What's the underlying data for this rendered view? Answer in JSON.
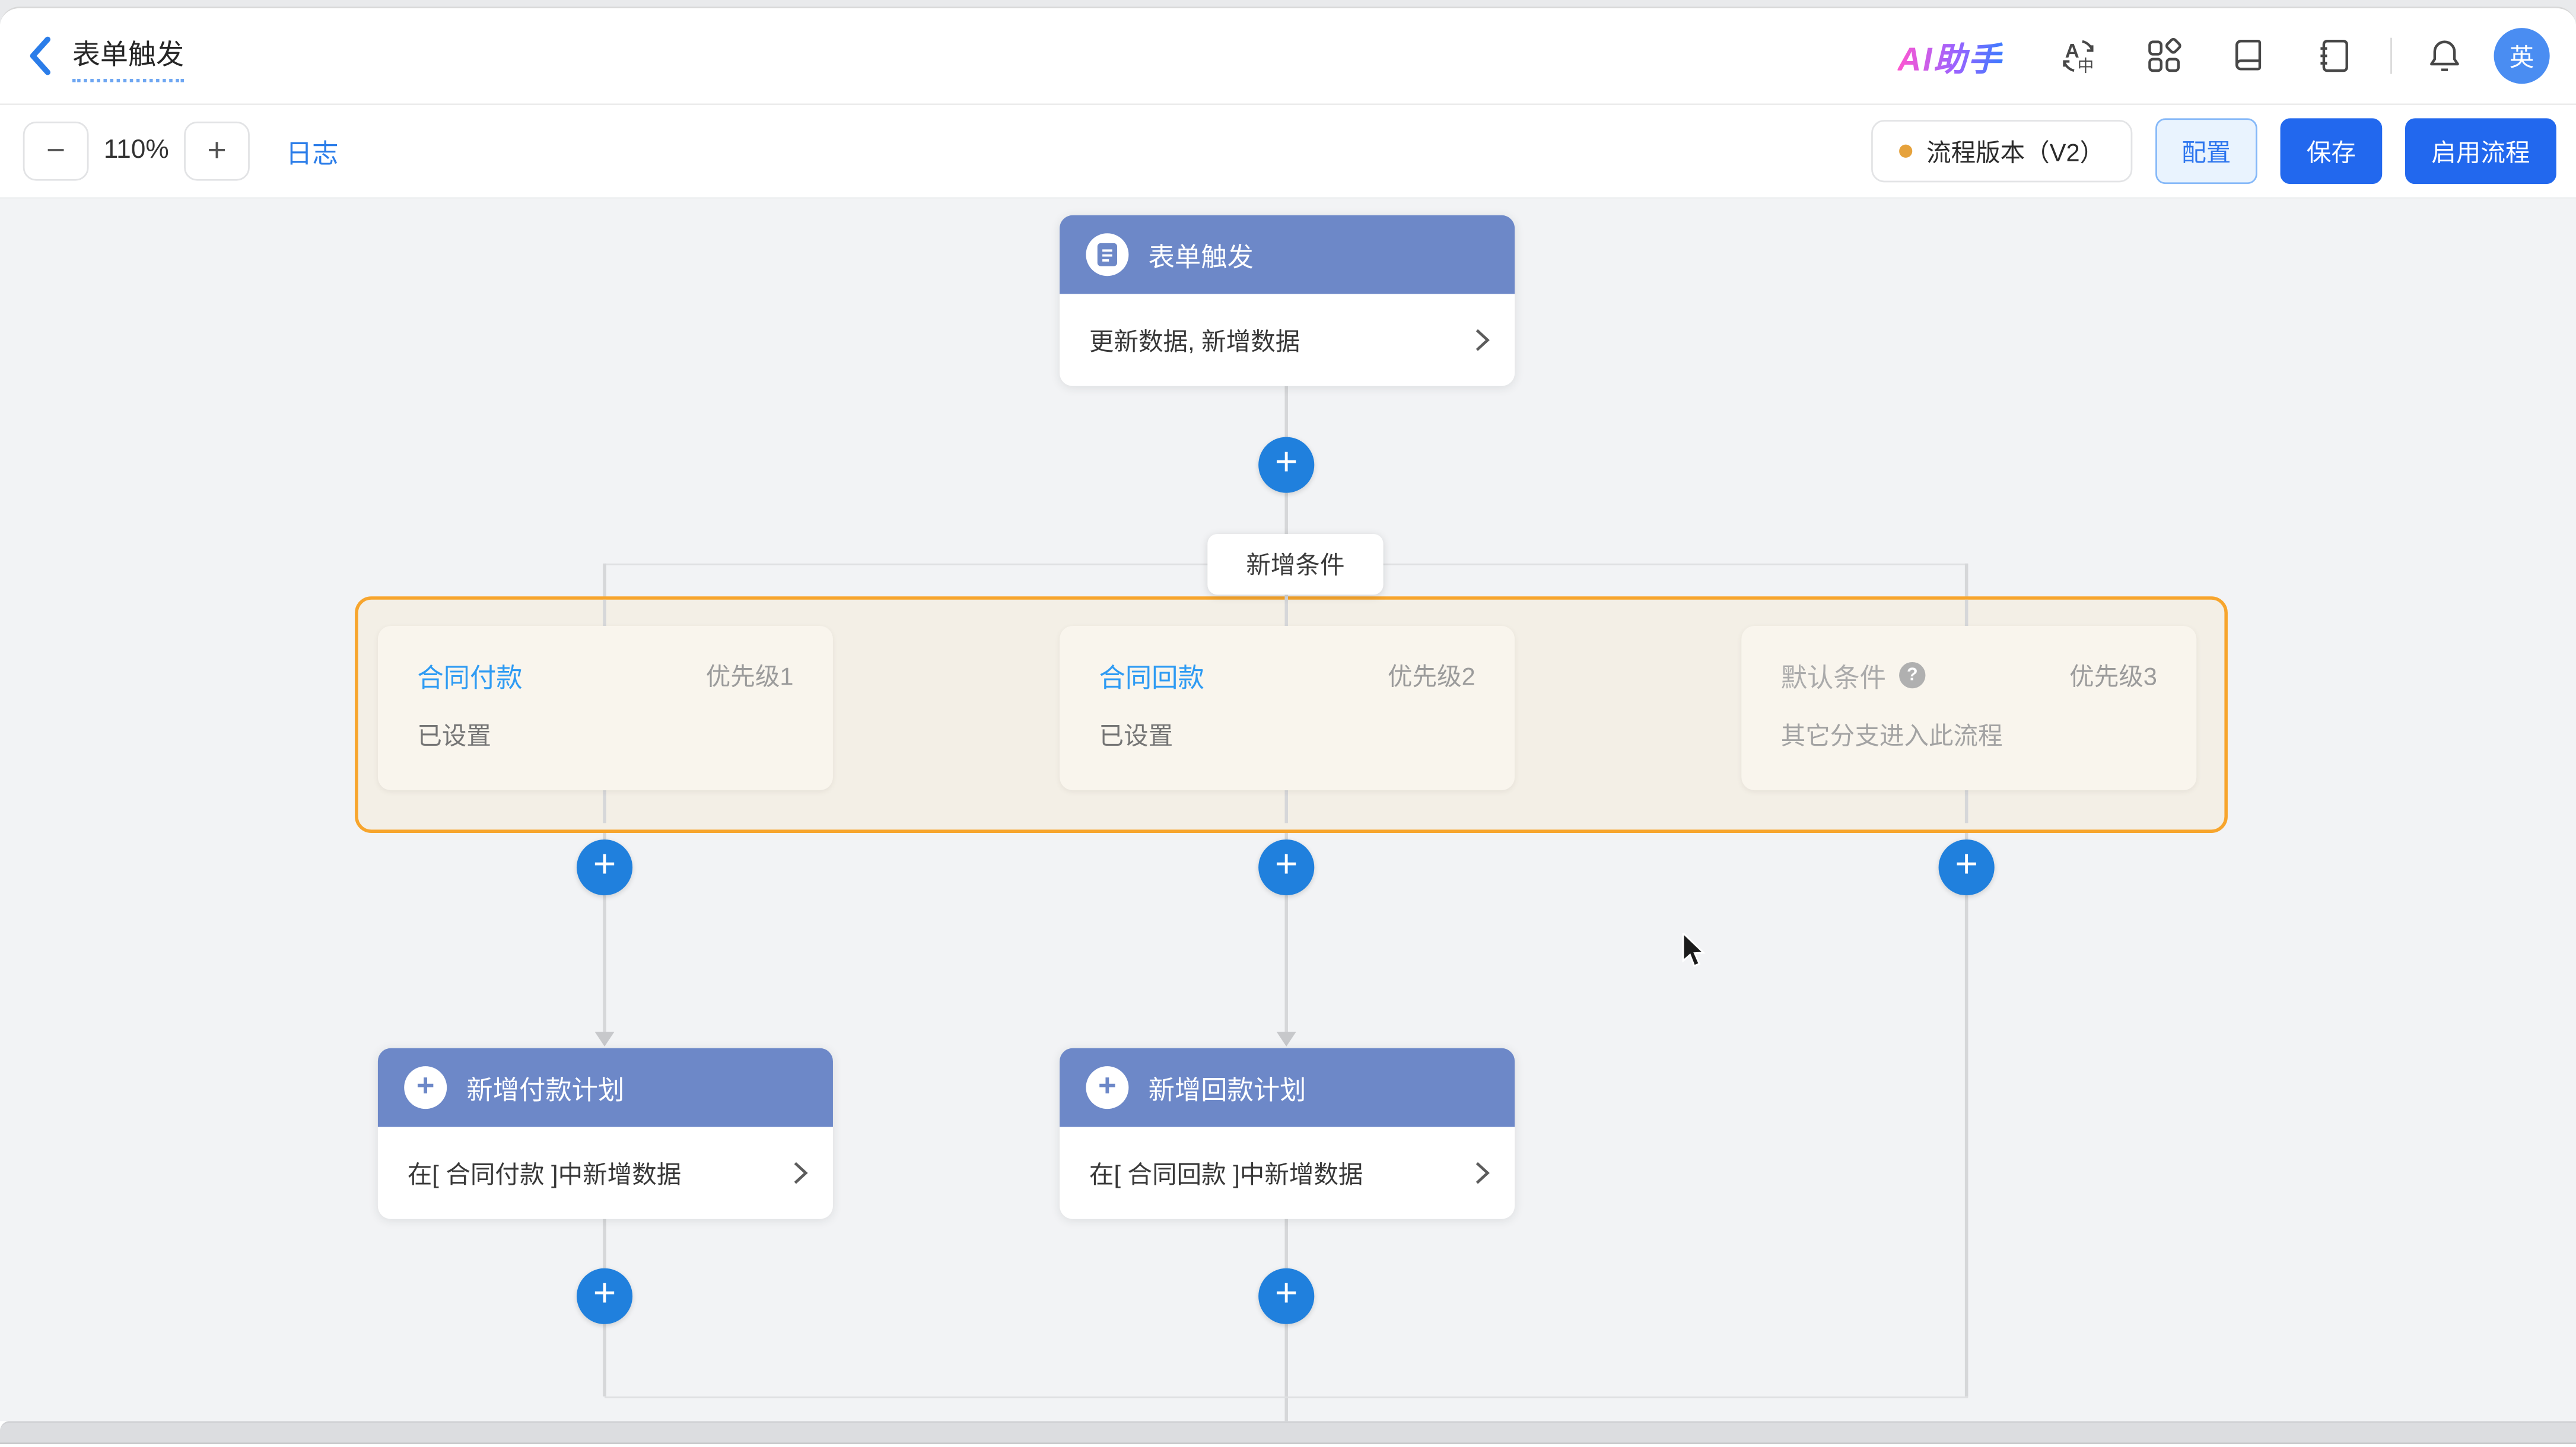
{
  "header": {
    "title": "表单触发",
    "ai_logo": "AI助手",
    "avatar_text": "英",
    "icons": [
      "translate-icon",
      "apps-grid-icon",
      "book-icon",
      "notebook-icon",
      "bell-icon"
    ]
  },
  "toolbar": {
    "zoom_out": "−",
    "zoom_level": "110%",
    "zoom_in": "+",
    "log_link": "日志",
    "version_label": "流程版本（V2）",
    "config_button": "配置",
    "save_button": "保存",
    "enable_button": "启用流程"
  },
  "flow": {
    "trigger": {
      "title": "表单触发",
      "body": "更新数据, 新增数据"
    },
    "add_condition_label": "新增条件",
    "branches": [
      {
        "name": "合同付款",
        "priority": "优先级1",
        "status": "已设置"
      },
      {
        "name": "合同回款",
        "priority": "优先级2",
        "status": "已设置"
      },
      {
        "name": "默认条件",
        "priority": "优先级3",
        "status": "其它分支进入此流程",
        "help": "?"
      }
    ],
    "actions": [
      {
        "title": "新增付款计划",
        "body": "在[ 合同付款 ]中新增数据"
      },
      {
        "title": "新增回款计划",
        "body": "在[ 合同回款 ]中新增数据"
      }
    ],
    "plus_glyph": "+"
  },
  "colors": {
    "accent_blue": "#2268ee",
    "link_blue": "#2b7de9",
    "branch_name_blue": "#2e9bf3",
    "node_header": "#6d88c8",
    "plus_circle": "#2080dd",
    "group_border": "#f7a52d",
    "group_bg": "#f3efe6",
    "card_bg": "#f9f5ed",
    "canvas_bg": "#f2f3f5",
    "version_dot": "#e6a23c",
    "avatar_bg": "#4a8df2"
  }
}
